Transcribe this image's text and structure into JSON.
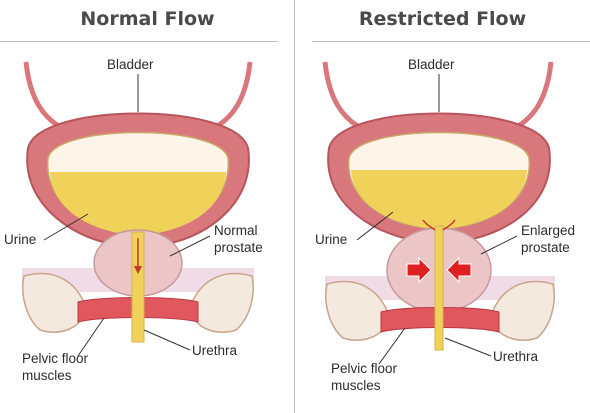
{
  "panels": [
    {
      "title": "Normal Flow",
      "labels": {
        "bladder": "Bladder",
        "urine": "Urine",
        "prostate_line1": "Normal",
        "prostate_line2": "prostate",
        "pelvic_line1": "Pelvic floor",
        "pelvic_line2": "muscles",
        "urethra": "Urethra"
      }
    },
    {
      "title": "Restricted Flow",
      "labels": {
        "bladder": "Bladder",
        "urine": "Urine",
        "prostate_line1": "Enlarged",
        "prostate_line2": "prostate",
        "pelvic_line1": "Pelvic floor",
        "pelvic_line2": "muscles",
        "urethra": "Urethra"
      }
    }
  ],
  "colors": {
    "bladder_wall": "#d9787c",
    "bladder_wall_dark": "#b8555c",
    "urine": "#f0d25a",
    "prostate": "#ecc6c6",
    "muscle": "#e0585e",
    "bone": "#f3e9de",
    "arrow": "#e02020"
  }
}
